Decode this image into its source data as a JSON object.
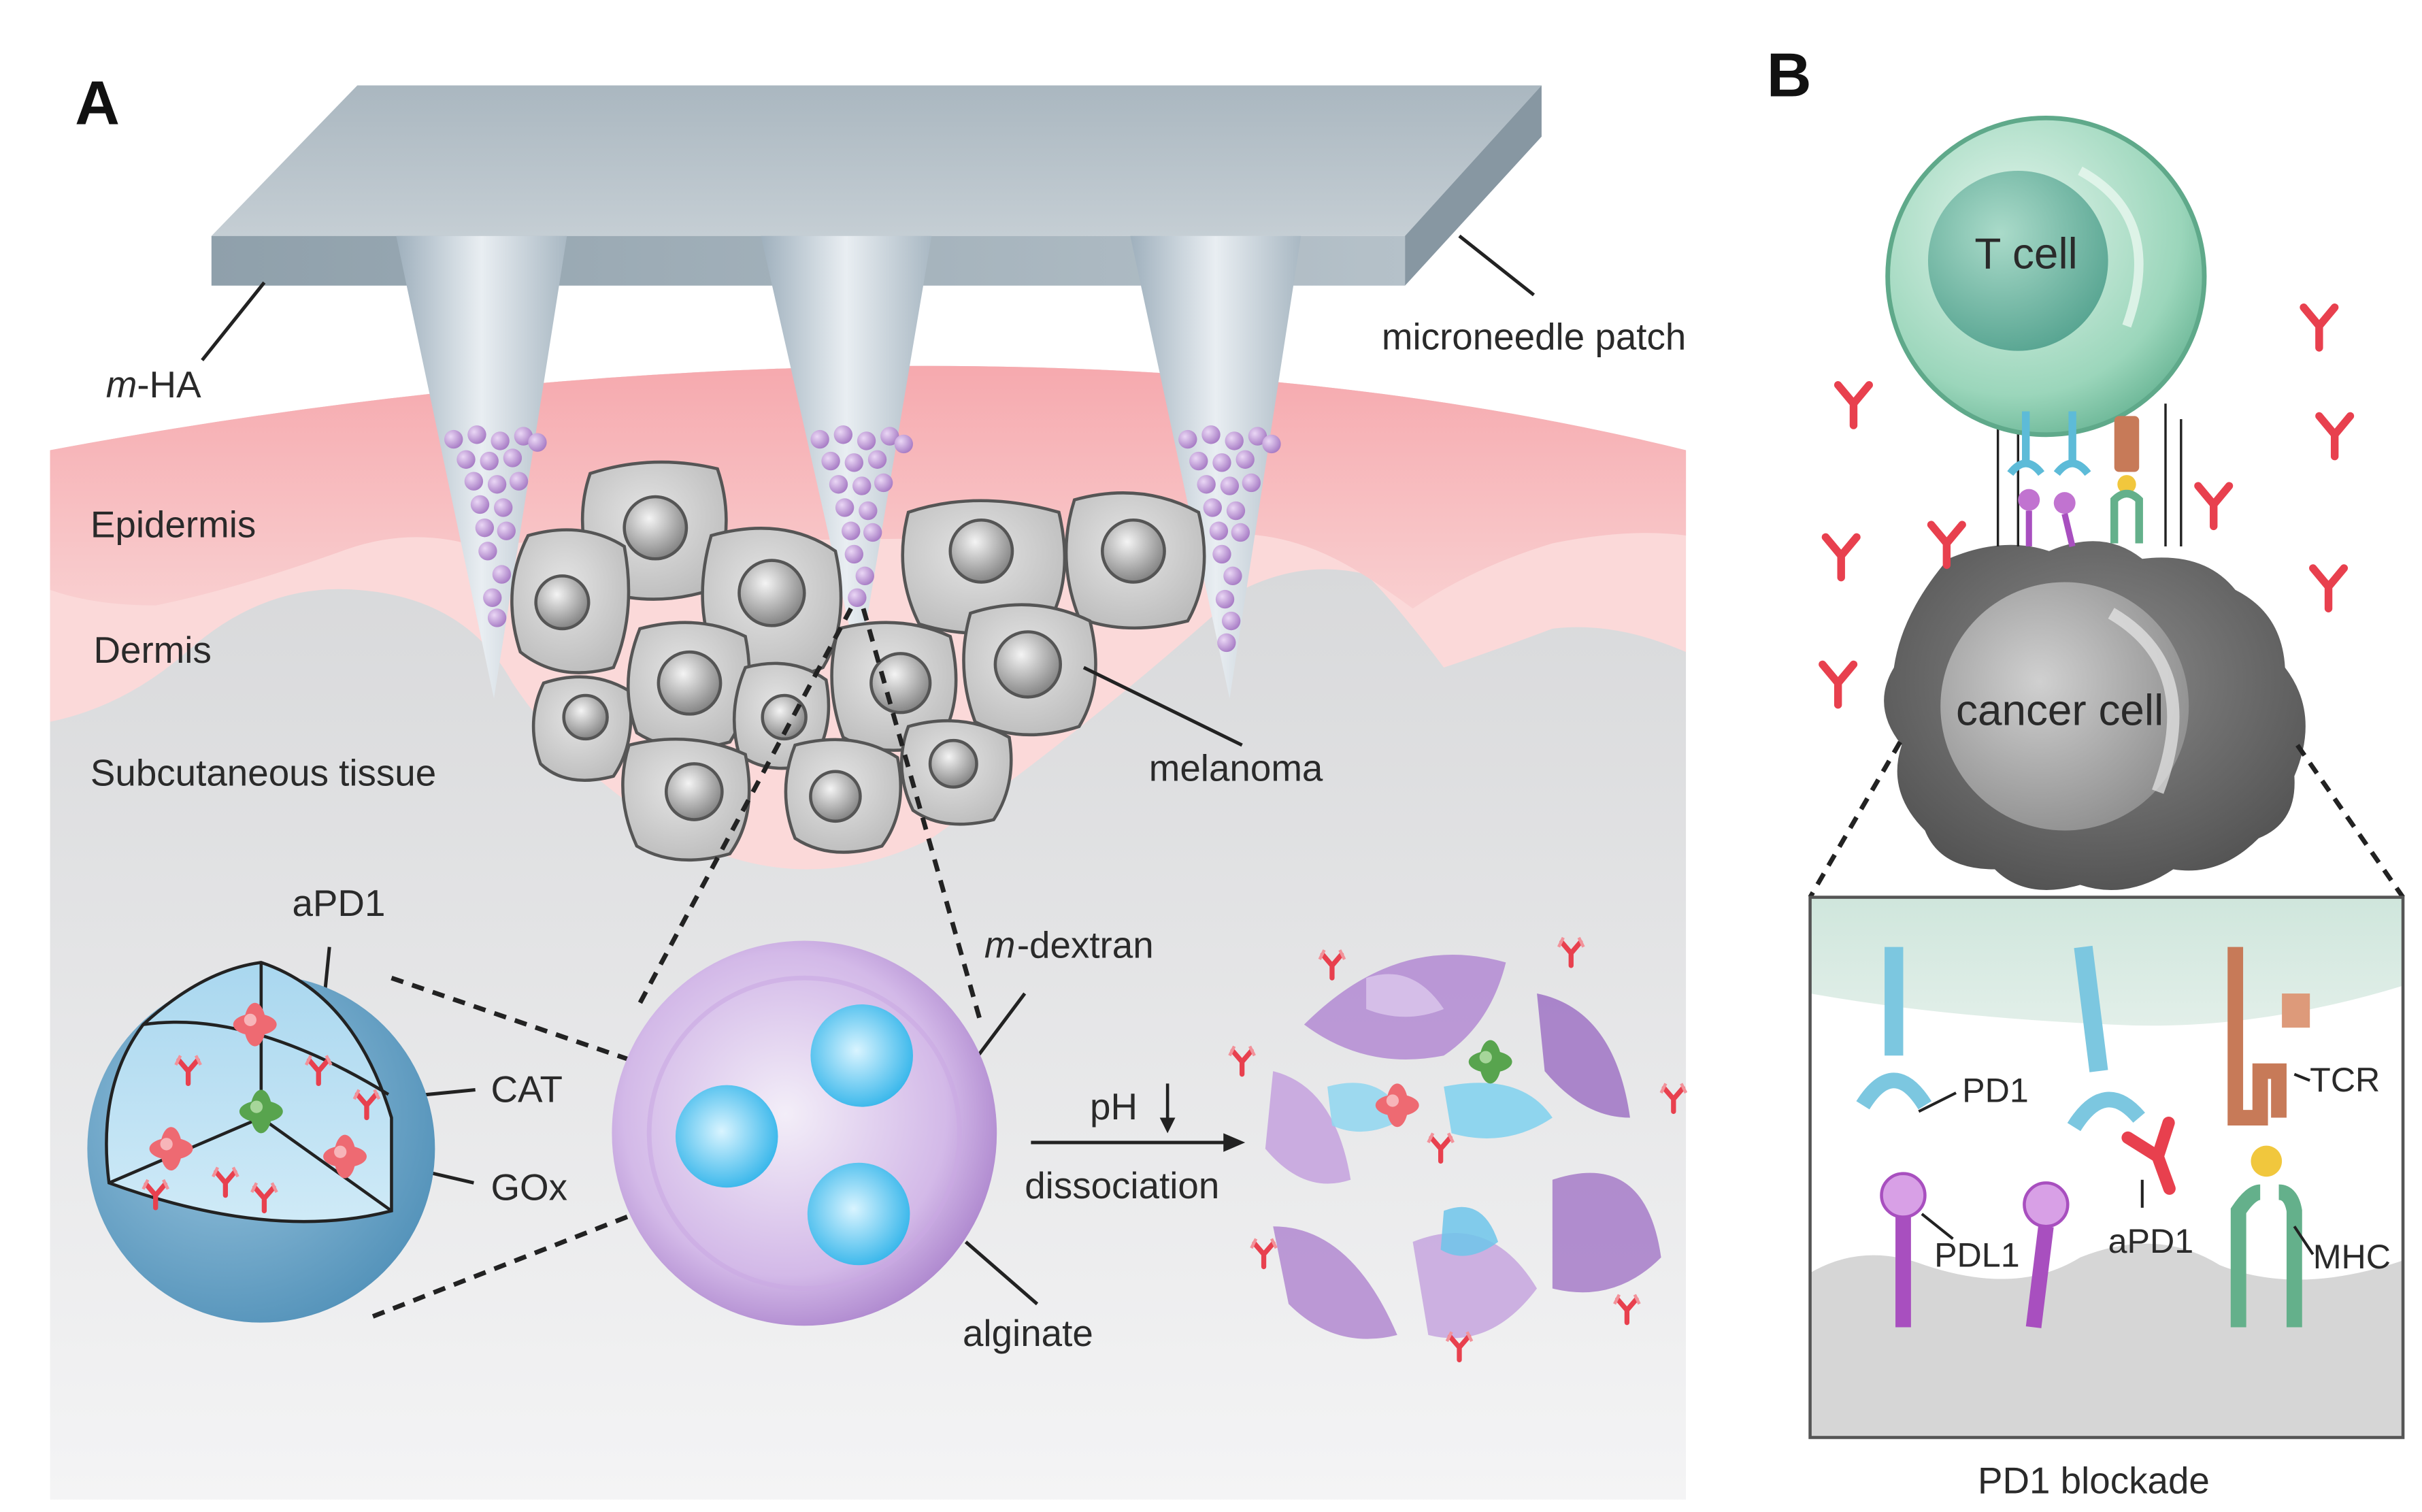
{
  "panel_a": {
    "letter": "A",
    "labels": {
      "m_ha_prefix": "m",
      "m_ha_suffix": "-HA",
      "microneedle_patch": "microneedle patch",
      "epidermis": "Epidermis",
      "dermis": "Dermis",
      "subcutaneous": "Subcutaneous tissue",
      "melanoma": "melanoma",
      "apd1": "aPD1",
      "cat": "CAT",
      "gox": "GOx",
      "m_dextran_prefix": "m",
      "m_dextran_suffix": "-dextran",
      "alginate": "alginate",
      "ph": "pH",
      "dissociation": "dissociation"
    }
  },
  "panel_b": {
    "letter": "B",
    "labels": {
      "t_cell": "T cell",
      "cancer_cell": "cancer cell",
      "pd1": "PD1",
      "tcr": "TCR",
      "pdl1": "PDL1",
      "apd1": "aPD1",
      "mhc": "MHC",
      "caption": "PD1 blockade"
    }
  },
  "colors": {
    "epidermis": "#f5b7bb",
    "dermis": "#fbd6d6",
    "tissue": "#d7d8da",
    "patch": "#a9b6bf",
    "antibody": "#e8404e",
    "t_cell": "#8fcfb2",
    "cancer_cell": "#6e6e6e",
    "nanoparticle": "#b58ad0",
    "capsule": "#6ea6c9",
    "bead": "#47c1ee"
  }
}
